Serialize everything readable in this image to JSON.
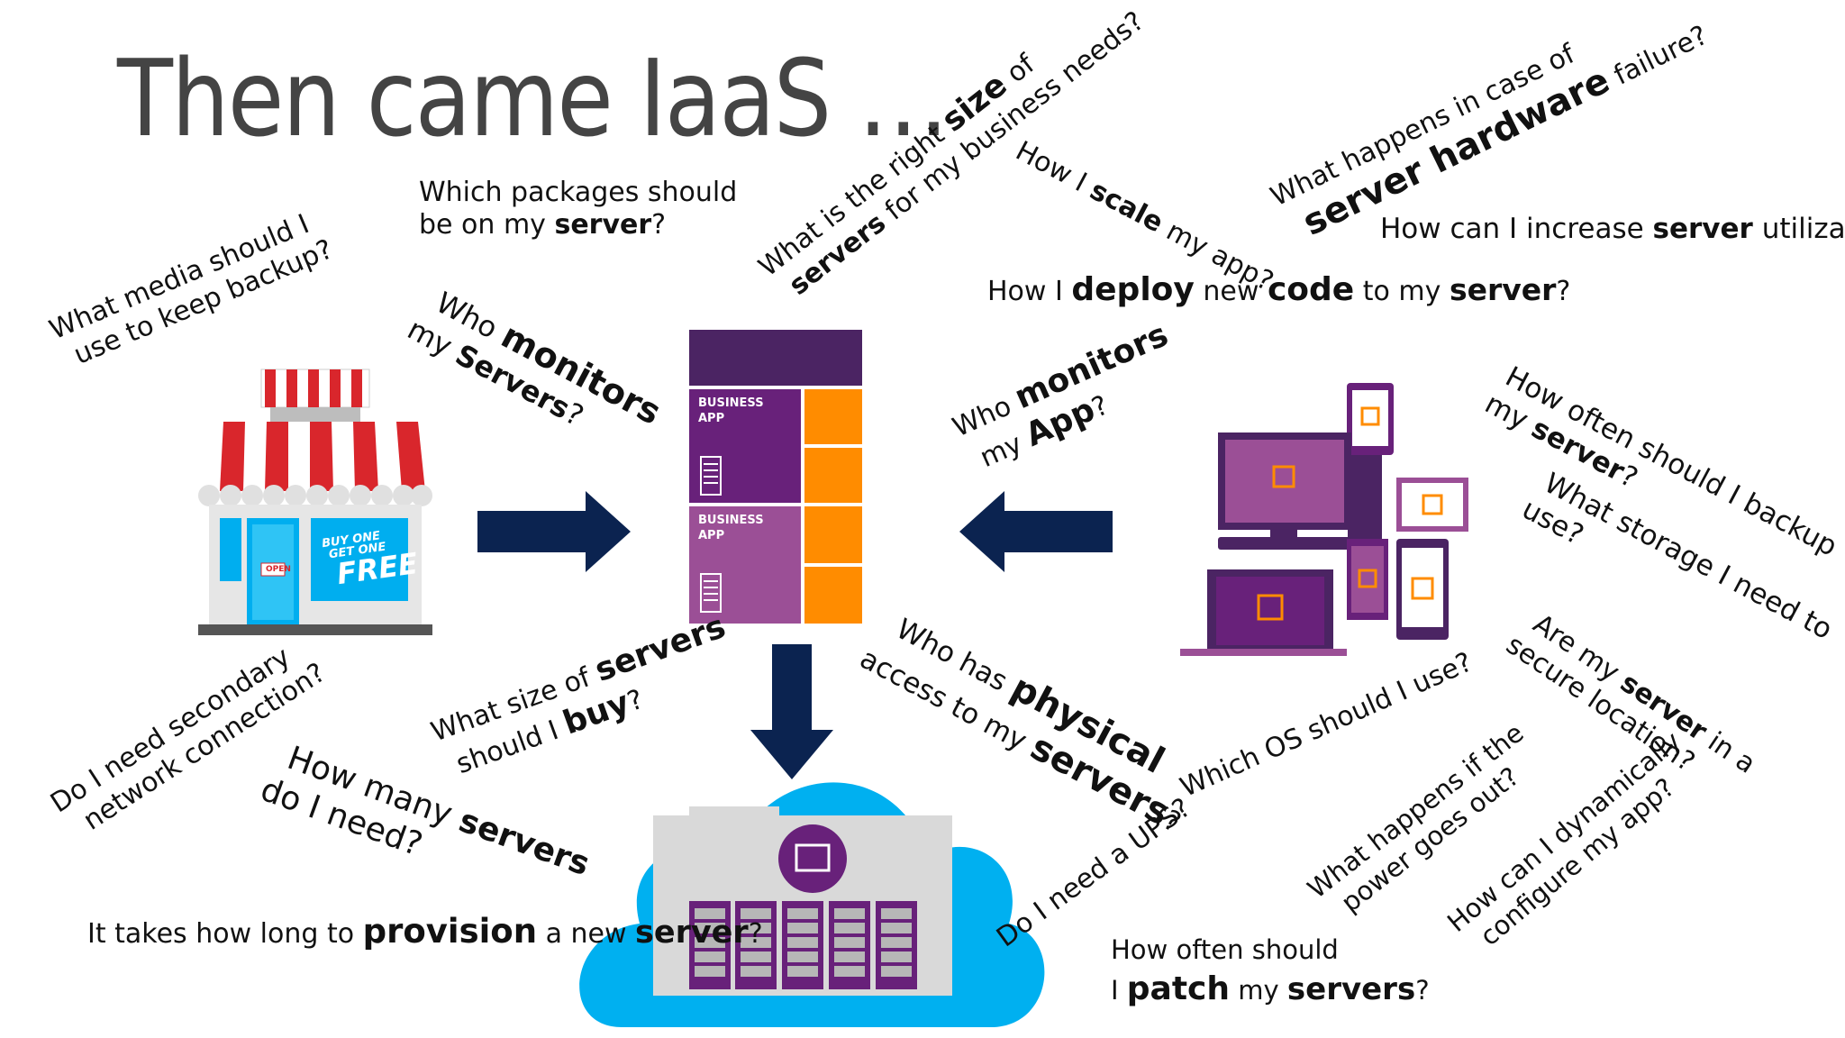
{
  "slide": {
    "title": "Then came IaaS …"
  },
  "server_labels": {
    "app1": [
      "BUSINESS",
      "APP"
    ],
    "app2": [
      "BUSINESS",
      "APP"
    ]
  },
  "shop": {
    "sign_line1": "BUY ONE",
    "sign_line2": "GET ONE",
    "sign_line3": "FREE",
    "door_sign": "OPEN"
  },
  "colors": {
    "purple_dark": "#4b2463",
    "purple": "#68217a",
    "purple_light": "#9b4f96",
    "orange": "#ff8c00",
    "navy": "#0b2350",
    "cloud": "#00b0f0",
    "awning_red": "#d9262c"
  },
  "questions": {
    "media": {
      "l1": "What media should I",
      "l2": "use to keep backup?"
    },
    "packages": {
      "l1": "Which packages should",
      "l2a": " be on my ",
      "l2b": "server",
      "l2c": "?"
    },
    "right_size": {
      "l1a": "What is the right ",
      "l1b": "size",
      "l1c": " of",
      "l2a": "servers",
      "l2b": " for my business needs?"
    },
    "scale": {
      "a": "How I ",
      "b": "scale",
      "c": " my app?"
    },
    "hardware": {
      "l1": "What happens in case of",
      "l2a": "server hardware",
      "l2b": " failure?"
    },
    "utilization": {
      "a": "How can I increase ",
      "b": "server",
      "c": " utilization?"
    },
    "deploy": {
      "a": "How I ",
      "b": "deploy",
      "c": " new ",
      "d": "code",
      "e": " to my ",
      "f": "server",
      "g": "?"
    },
    "monitors_servers": {
      "l1a": "Who ",
      "l1b": "monitors",
      "l2a": "my ",
      "l2b": "Servers",
      "l2c": "?"
    },
    "monitors_app": {
      "l1a": "Who ",
      "l1b": "monitors",
      "l2a": "my ",
      "l2b": "App",
      "l2c": "?"
    },
    "backup": {
      "l1": "How often should I backup",
      "l2a": "my ",
      "l2b": "server",
      "l2c": "?"
    },
    "storage": {
      "l1": "What storage I need to",
      "l2": "use?"
    },
    "secure": {
      "l1a": "Are my ",
      "l1b": "server",
      "l1c": " in a",
      "l2": "secure location?"
    },
    "secondary": {
      "l1": "Do I need secondary",
      "l2": "network connection?"
    },
    "size_servers": {
      "l1a": "What size of ",
      "l1b": "servers",
      "l2a": "should I ",
      "l2b": "buy",
      "l2c": "?"
    },
    "how_many": {
      "l1a": "How many ",
      "l1b": "servers",
      "l2": "do I need?"
    },
    "provision": {
      "a": "It takes how long to ",
      "b": "provision",
      "c": " a new ",
      "d": "server",
      "e": "?"
    },
    "physical": {
      "l1a": "Who has ",
      "l1b": "physical",
      "l2a": "access to my ",
      "l2b": "servers",
      "l2c": "?"
    },
    "os": {
      "text": "Which OS should I use?"
    },
    "ups": {
      "text": "Do I need a UPS?"
    },
    "power": {
      "l1": "What happens if the",
      "l2": "power goes out?"
    },
    "dynamic": {
      "l1": "How can I dynamically",
      "l2": "configure my app?"
    },
    "patch": {
      "l1": "How often should",
      "l2a": "I ",
      "l2b": "patch",
      "l2c": " my ",
      "l2d": "servers",
      "l2e": "?"
    }
  }
}
